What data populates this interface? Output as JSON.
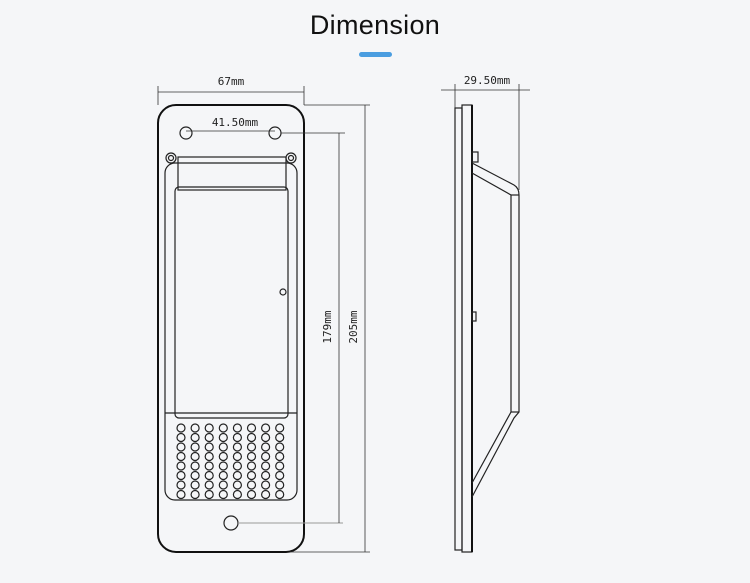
{
  "header": {
    "title": "Dimension",
    "accent_color": "#4a9de0"
  },
  "front_view": {
    "width_label": "67mm",
    "hole_spacing_label": "41.50mm",
    "hole_height_label": "179mm",
    "height_label": "205mm",
    "vent_grid": {
      "rows": 8,
      "cols": 8
    }
  },
  "side_view": {
    "depth_label": "29.50mm"
  }
}
